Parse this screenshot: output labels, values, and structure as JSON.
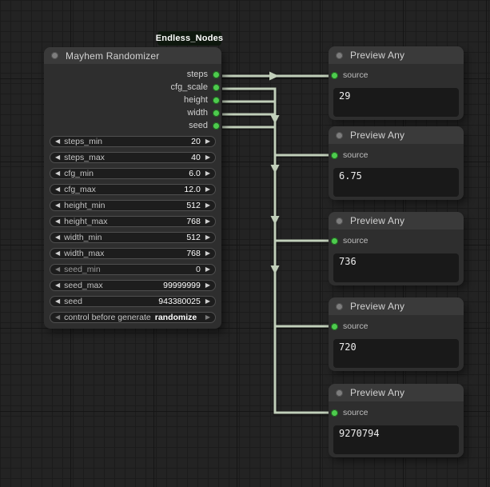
{
  "badge": {
    "label": "Endless_Nodes"
  },
  "randomizer": {
    "title": "Mayhem Randomizer",
    "outputs": [
      "steps",
      "cfg_scale",
      "height",
      "width",
      "seed"
    ],
    "widgets": [
      {
        "label": "steps_min",
        "value": "20"
      },
      {
        "label": "steps_max",
        "value": "40"
      },
      {
        "label": "cfg_min",
        "value": "6.0"
      },
      {
        "label": "cfg_max",
        "value": "12.0"
      },
      {
        "label": "height_min",
        "value": "512"
      },
      {
        "label": "height_max",
        "value": "768"
      },
      {
        "label": "width_min",
        "value": "512"
      },
      {
        "label": "width_max",
        "value": "768"
      },
      {
        "label": "seed_min",
        "value": "0"
      },
      {
        "label": "seed_max",
        "value": "99999999"
      },
      {
        "label": "seed",
        "value": "943380025"
      },
      {
        "label": "control before generate",
        "value": "randomize"
      }
    ]
  },
  "previews": [
    {
      "title": "Preview Any",
      "input": "source",
      "value": "29"
    },
    {
      "title": "Preview Any",
      "input": "source",
      "value": "6.75"
    },
    {
      "title": "Preview Any",
      "input": "source",
      "value": "736"
    },
    {
      "title": "Preview Any",
      "input": "source",
      "value": "720"
    },
    {
      "title": "Preview Any",
      "input": "source",
      "value": "9270794"
    }
  ],
  "colors": {
    "wire": "#c1cfba",
    "port_green": "#4ecb4e",
    "title_dot": "#7d7d7d",
    "canvas_bg": "#232323"
  }
}
